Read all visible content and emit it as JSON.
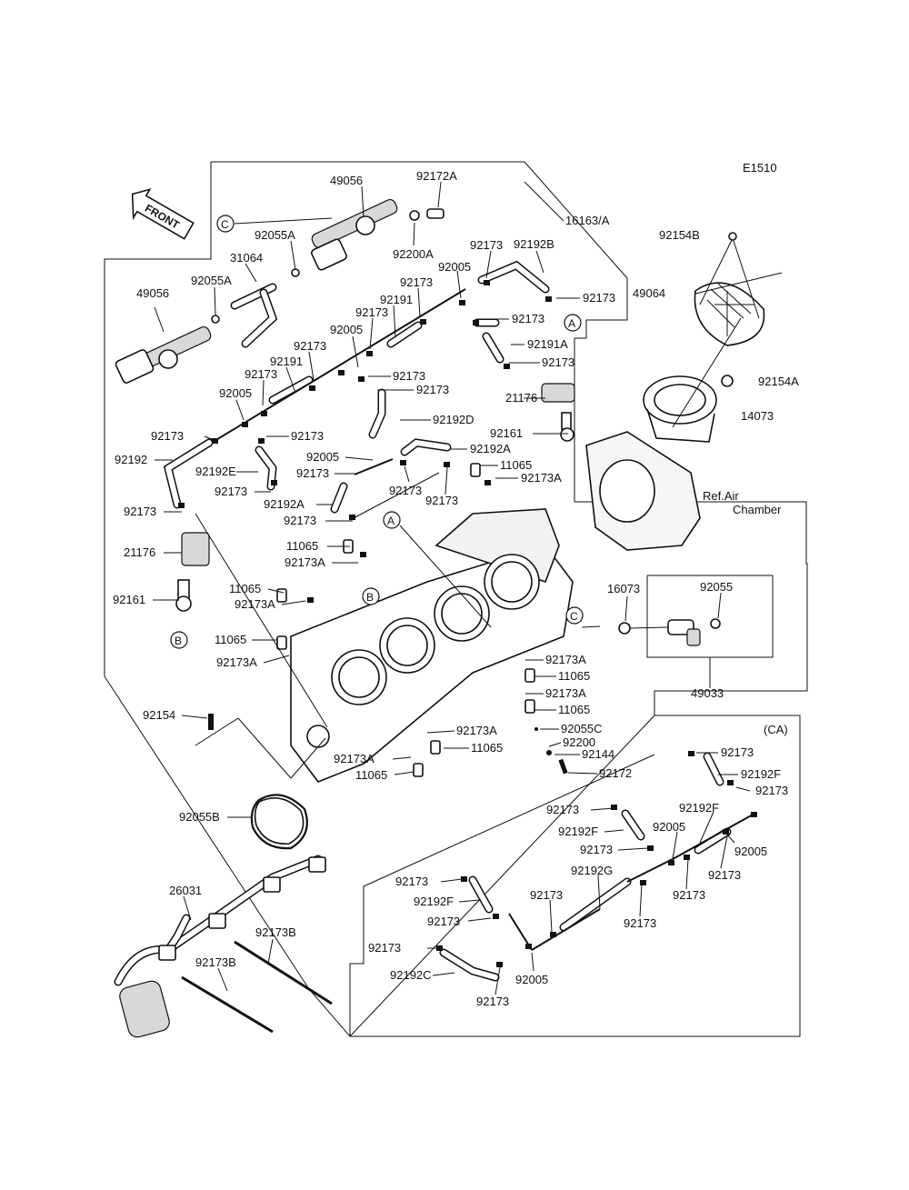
{
  "diagram_code": "E1510",
  "front_label": "FRONT",
  "ca_label": "(CA)",
  "ref_label_line1": "Ref.Air",
  "ref_label_line2": "Chamber",
  "callout_a": "A",
  "callout_b": "B",
  "callout_c": "C",
  "labels": {
    "l49056_top": "49056",
    "l92172A": "92172A",
    "l16163A": "16163/A",
    "l92055A_top": "92055A",
    "l92200A": "92200A",
    "l31064": "31064",
    "l92055A_mid": "92055A",
    "l49056_left": "49056",
    "l92173_a": "92173",
    "l92192B": "92192B",
    "l92005_a": "92005",
    "l92173_b": "92173",
    "l92173_c": "92173",
    "l92191_a": "92191",
    "l92173_d": "92173",
    "l92005_b": "92005",
    "l92173_e": "92173",
    "l92191A": "92191A",
    "l92173_f": "92173",
    "l92191_b": "92191",
    "l92173_g": "92173",
    "l92173_h": "92173",
    "l92173_i": "92173",
    "l92005_c": "92005",
    "l92192D": "92192D",
    "l21176_r": "21176",
    "l92161_r": "92161",
    "l92173_j": "92173",
    "l92173_k": "92173",
    "l92192": "92192",
    "l92192E": "92192E",
    "l92005_d": "92005",
    "l92192A_r": "92192A",
    "l92173_l": "92173",
    "l11065_a": "11065",
    "l92173A_a": "92173A",
    "l92173_m": "92173",
    "l92173_n": "92173",
    "l92192A_l": "92192A",
    "l92173_o": "92173",
    "l92173_p": "92173",
    "l21176_l": "21176",
    "l11065_b": "11065",
    "l92173A_b": "92173A",
    "l92161_l": "92161",
    "l11065_c": "11065",
    "l92173A_c": "92173A",
    "l11065_d": "11065",
    "l92173A_d": "92173A",
    "l92154B": "92154B",
    "l49064": "49064",
    "l92154A": "92154A",
    "l14073": "14073",
    "l16073": "16073",
    "l92055": "92055",
    "l49033": "49033",
    "l92173A_e": "92173A",
    "l11065_e": "11065",
    "l92173A_f": "92173A",
    "l11065_f": "11065",
    "l92055C": "92055C",
    "l92200": "92200",
    "l92144": "92144",
    "l92172": "92172",
    "l92154": "92154",
    "l92173A_g": "92173A",
    "l11065_g": "11065",
    "l92173A_h": "92173A",
    "l11065_h": "11065",
    "l92055B": "92055B",
    "l26031": "26031",
    "l92173B_a": "92173B",
    "l92173B_b": "92173B",
    "ca_92173_a": "92173",
    "ca_92192F_a": "92192F",
    "ca_92173_b": "92173",
    "ca_92173_c": "92173",
    "ca_92192F_b": "92192F",
    "ca_92192F_c": "92192F",
    "ca_92005_a": "92005",
    "ca_92005_b": "92005",
    "ca_92173_d": "92173",
    "ca_92173_e": "92173",
    "ca_92192G": "92192G",
    "ca_92173_f": "92173",
    "ca_92173_g": "92173",
    "ca_92173_h": "92173",
    "ca_92192F_d": "92192F",
    "ca_92173_i": "92173",
    "ca_92173_j": "92173",
    "ca_92173_k": "92173",
    "ca_92192C": "92192C",
    "ca_92005_c": "92005",
    "ca_92173_l": "92173"
  }
}
